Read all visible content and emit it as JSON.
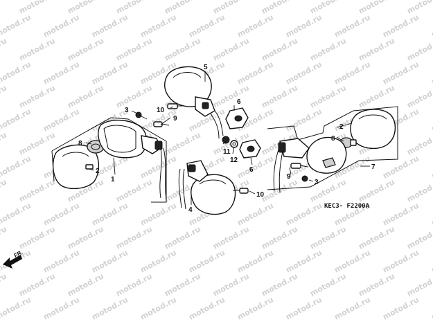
{
  "watermark": {
    "text": "motod.ru"
  },
  "diagram_code": "KEC3- F2200A",
  "orientation_label": "FR.",
  "callouts": [
    {
      "id": "c1",
      "label": "1"
    },
    {
      "id": "c2a",
      "label": "2"
    },
    {
      "id": "c2b",
      "label": "2"
    },
    {
      "id": "c3a",
      "label": "3"
    },
    {
      "id": "c3b",
      "label": "3"
    },
    {
      "id": "c4",
      "label": "4"
    },
    {
      "id": "c5",
      "label": "5"
    },
    {
      "id": "c6a",
      "label": "6"
    },
    {
      "id": "c6b",
      "label": "6"
    },
    {
      "id": "c7",
      "label": "7"
    },
    {
      "id": "c8a",
      "label": "8"
    },
    {
      "id": "c8b",
      "label": "8"
    },
    {
      "id": "c9a",
      "label": "9"
    },
    {
      "id": "c9b",
      "label": "9"
    },
    {
      "id": "c10a",
      "label": "10"
    },
    {
      "id": "c10b",
      "label": "10"
    },
    {
      "id": "c11",
      "label": "11"
    },
    {
      "id": "c12",
      "label": "12"
    }
  ]
}
